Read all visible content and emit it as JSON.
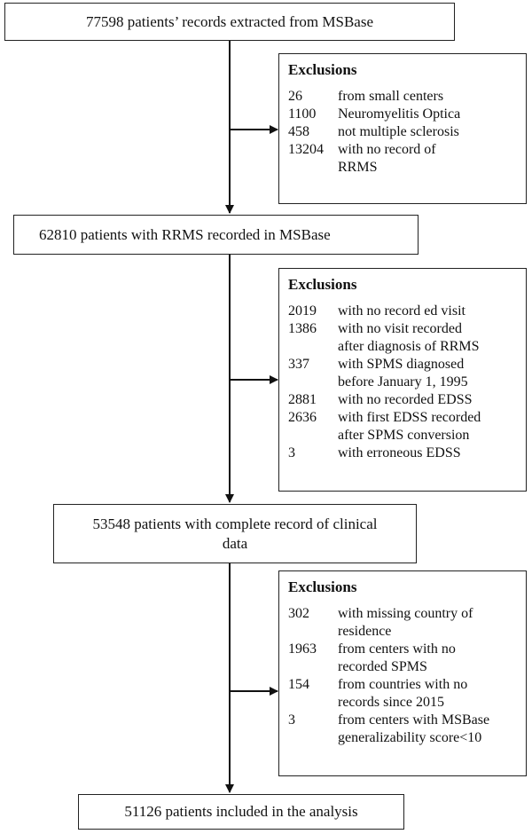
{
  "boxes": {
    "start": "77598 patients’ records extracted from MSBase",
    "rrms": "62810 patients with RRMS  recorded in MSBase",
    "complete": "53548 patients with complete record of  clinical data",
    "final": "51126 patients included in the  analysis"
  },
  "exclusions": [
    {
      "title": "Exclusions",
      "items": [
        {
          "n": "26",
          "text": "from small  centers"
        },
        {
          "n": "1100",
          "text": "Neuromyelitis  Optica"
        },
        {
          "n": "458",
          "text": "not multiple sclerosis"
        },
        {
          "n": "13204",
          "text": "with no record of\nRRMS"
        }
      ]
    },
    {
      "title": "Exclusions",
      "items": [
        {
          "n": "2019",
          "text": "with no record ed visit"
        },
        {
          "n": "1386",
          "text": "with no visit  recorded\nafter diagnosis of RRMS"
        },
        {
          "n": "337",
          "text": "with SPMS diagnosed\nbefore January 1, 1995"
        },
        {
          "n": "2881",
          "text": "with no recorded EDSS"
        },
        {
          "n": "2636",
          "text": "with first EDSS recorded\nafter SPMS conversion"
        },
        {
          "n": "3",
          "text": "with erroneous EDSS"
        }
      ]
    },
    {
      "title": "Exclusions",
      "items": [
        {
          "n": "302",
          "text": "with missing country of\nresidence"
        },
        {
          "n": "1963",
          "text": "from centers with no\nrecorded SPMS"
        },
        {
          "n": "154",
          "text": "from countries  with no\nrecords since  2015"
        },
        {
          "n": "3",
          "text": "from centers with MSBase\ngeneralizability score<10"
        }
      ]
    }
  ]
}
